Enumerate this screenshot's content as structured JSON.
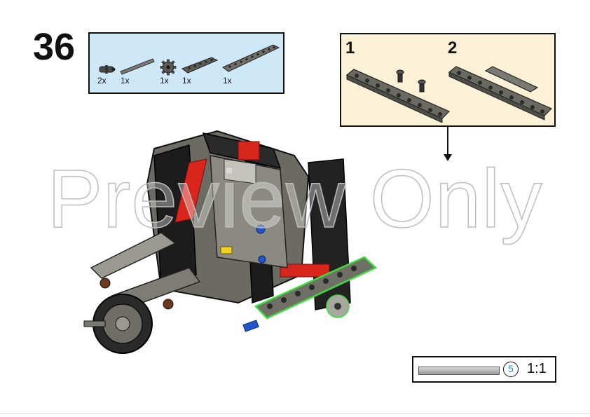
{
  "step": {
    "number": "36"
  },
  "parts_list": [
    {
      "qty": "2x",
      "icon": "connector-pin-icon"
    },
    {
      "qty": "1x",
      "icon": "axle-icon"
    },
    {
      "qty": "1x",
      "icon": "gear-icon"
    },
    {
      "qty": "1x",
      "icon": "beam-5-icon"
    },
    {
      "qty": "1x",
      "icon": "beam-9-icon"
    }
  ],
  "callout": {
    "substeps": [
      {
        "label": "1"
      },
      {
        "label": "2"
      }
    ]
  },
  "watermark": {
    "text": "Preview Only"
  },
  "scale": {
    "count": "5",
    "ratio": "1:1"
  },
  "colors": {
    "parts_bg": "#cfe8f8",
    "callout_bg": "#fbf1d6",
    "beam_gray": "#6f6f66",
    "accent_red": "#d8261d",
    "highlight_green": "#3ddc3d",
    "pin_blue": "#2255cc"
  }
}
